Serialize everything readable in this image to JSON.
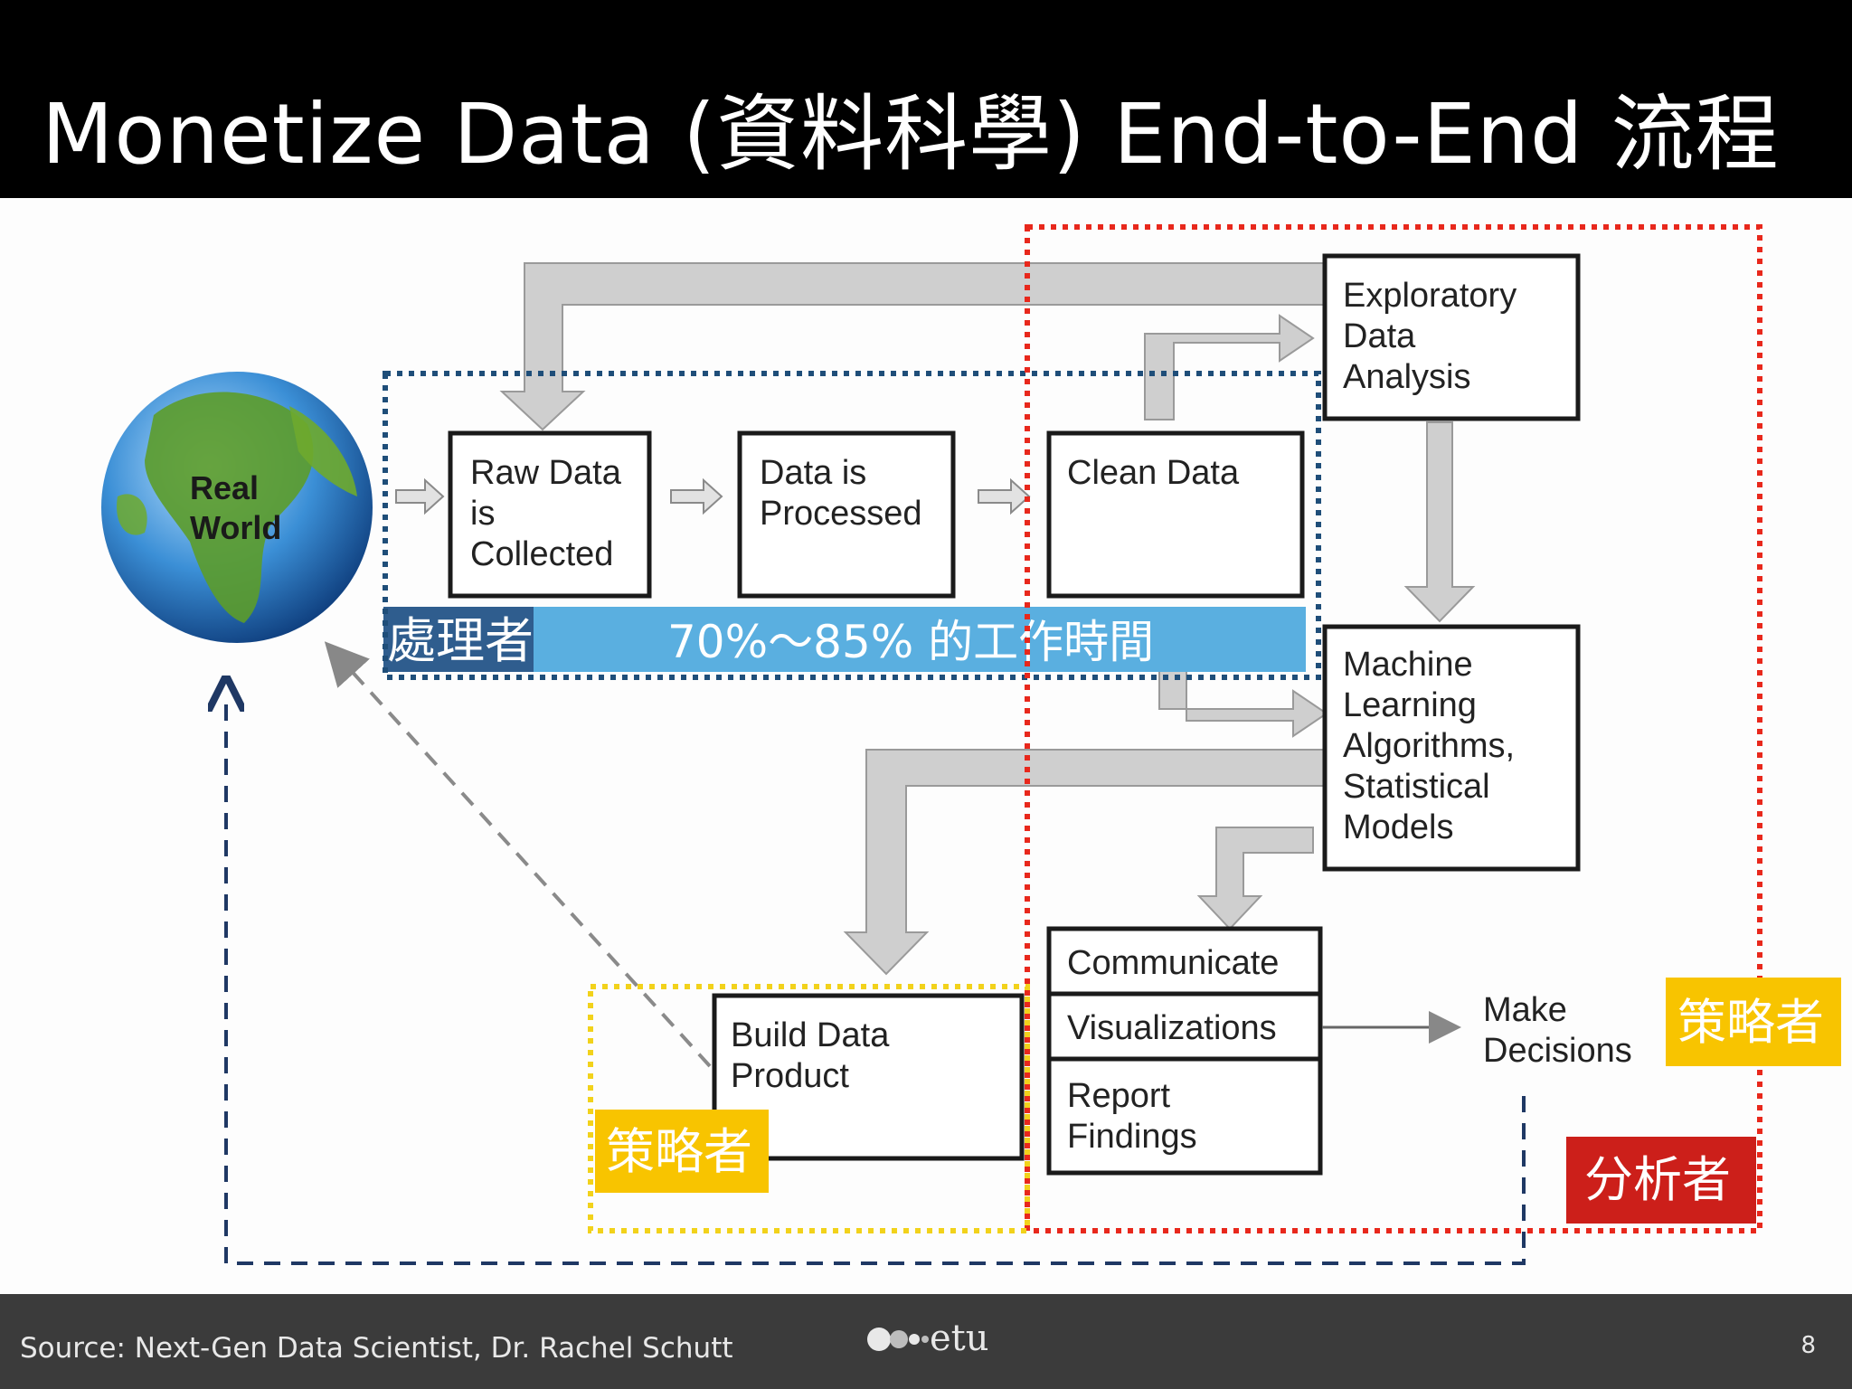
{
  "slide": {
    "title": "Monetize Data (資料科學) End-to-End 流程",
    "page_number": "8"
  },
  "diagram": {
    "globe": {
      "line1": "Real",
      "line2": "World"
    },
    "boxes": {
      "raw_data": [
        "Raw Data",
        "is",
        "Collected"
      ],
      "processed": [
        "Data is",
        "Processed"
      ],
      "clean": [
        "Clean Data"
      ],
      "eda": [
        "Exploratory",
        "Data",
        "Analysis"
      ],
      "ml": [
        "Machine",
        "Learning",
        "Algorithms,",
        "Statistical",
        "Models"
      ],
      "communicate": [
        "Communicate"
      ],
      "visualizations": [
        "Visualizations"
      ],
      "report": [
        "Report",
        "Findings"
      ],
      "build": [
        "Build Data",
        "Product"
      ]
    },
    "decisions": [
      "Make",
      "Decisions"
    ],
    "processor_bar": {
      "role": "處理者",
      "text": "70%～85% 的工作時間"
    },
    "roles": {
      "strategist_right": "策略者",
      "strategist_left": "策略者",
      "analyst": "分析者"
    },
    "colors": {
      "blue_dotted": "#1f4e79",
      "red_dotted": "#e8281c",
      "yellow_dotted": "#f2d21b",
      "bar_light": "#5aafe0",
      "bar_dark": "#2f5d8e",
      "strategist_bg": "#f8c400",
      "analyst_bg": "#cc1f1a",
      "arrow_gray": "#cfcfcf"
    }
  },
  "footer": {
    "source": "Source: Next-Gen Data Scientist, Dr. Rachel Schutt",
    "logo_text": "etu"
  }
}
